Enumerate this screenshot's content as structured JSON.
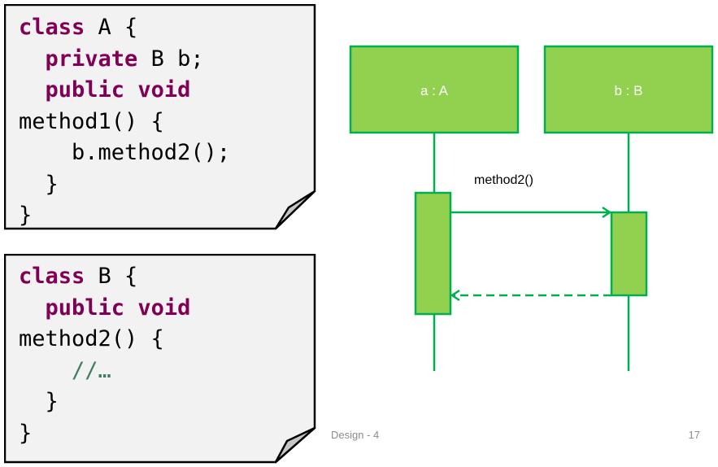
{
  "slide": {
    "footer_left": "Design - 4",
    "page_number": "17"
  },
  "code_notes": [
    {
      "name": "class-a-code",
      "lines": [
        [
          {
            "t": "class",
            "k": "kw"
          },
          {
            "t": " A {",
            "k": ""
          }
        ],
        [
          {
            "t": "  ",
            "k": ""
          },
          {
            "t": "private",
            "k": "kw"
          },
          {
            "t": " B b;",
            "k": ""
          }
        ],
        [
          {
            "t": "  ",
            "k": ""
          },
          {
            "t": "public",
            "k": "kw"
          },
          {
            "t": " ",
            "k": ""
          },
          {
            "t": "void",
            "k": "kw"
          }
        ],
        [
          {
            "t": "method1() {",
            "k": ""
          }
        ],
        [
          {
            "t": "    b.method2();",
            "k": ""
          }
        ],
        [
          {
            "t": "  }",
            "k": ""
          }
        ],
        [
          {
            "t": "}",
            "k": ""
          }
        ]
      ]
    },
    {
      "name": "class-b-code",
      "lines": [
        [
          {
            "t": "class",
            "k": "kw"
          },
          {
            "t": " B {",
            "k": ""
          }
        ],
        [
          {
            "t": "  ",
            "k": ""
          },
          {
            "t": "public",
            "k": "kw"
          },
          {
            "t": " ",
            "k": ""
          },
          {
            "t": "void",
            "k": "kw"
          }
        ],
        [
          {
            "t": "method2() {",
            "k": ""
          }
        ],
        [
          {
            "t": "    ",
            "k": ""
          },
          {
            "t": "//…",
            "k": "cm"
          }
        ],
        [
          {
            "t": "  }",
            "k": ""
          }
        ],
        [
          {
            "t": "}",
            "k": ""
          }
        ]
      ]
    }
  ],
  "sequence_diagram": {
    "lifelines": [
      {
        "id": "a",
        "label": "a : A"
      },
      {
        "id": "b",
        "label": "b : B"
      }
    ],
    "messages": [
      {
        "from": "a",
        "to": "b",
        "label": "method2()",
        "kind": "call"
      },
      {
        "from": "b",
        "to": "a",
        "label": "",
        "kind": "return"
      }
    ],
    "colors": {
      "fill": "#92d050",
      "stroke": "#00b050",
      "label_text": "#ffffff",
      "message_text": "#000000"
    }
  }
}
